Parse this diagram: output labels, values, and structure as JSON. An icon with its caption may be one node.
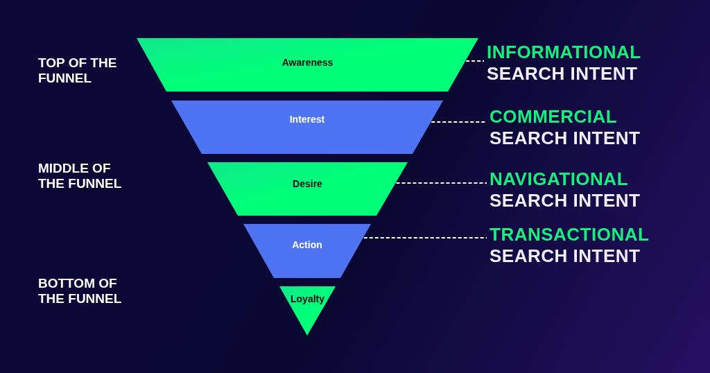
{
  "diagram": {
    "nodes": [
      {
        "text": [
          "Awareness"
        ]
      },
      {
        "text": [
          "Interest"
        ]
      },
      {
        "text": [
          "Desire"
        ]
      },
      {
        "text": [
          "Action"
        ]
      },
      {
        "text": [
          "Loyalty"
        ]
      },
      {
        "text": [
          "INFORMATIONAL",
          "SEARCH INTENT"
        ]
      },
      {
        "text": [
          "COMMERCIAL",
          "SEARCH INTENT"
        ]
      },
      {
        "text": [
          "NAVIGATIONAL",
          "SEARCH INTENT"
        ]
      },
      {
        "text": [
          "TRANSACTIONAL",
          "SEARCH INTENT"
        ]
      }
    ],
    "edges": [
      {
        "from": 0,
        "to": 5,
        "arrow": "none",
        "style": "dashed"
      },
      {
        "from": 1,
        "to": 6,
        "arrow": "none",
        "style": "dashed"
      },
      {
        "from": 2,
        "to": 7,
        "arrow": "none",
        "style": "dashed"
      },
      {
        "from": 3,
        "to": 8,
        "arrow": "none",
        "style": "dashed"
      }
    ],
    "labels": [
      "TOP OF THE FUNNEL",
      "MIDDLE OF THE FUNNEL",
      "BOTTOM OF THE FUNNEL"
    ]
  }
}
